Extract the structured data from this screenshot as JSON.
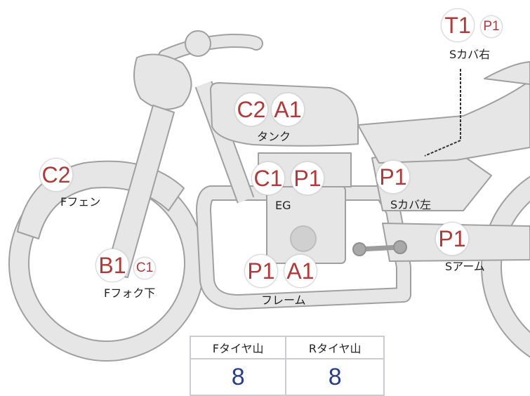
{
  "parts": {
    "rear_cover_right": {
      "label": "Sカバ右",
      "badges": [
        "T1",
        "P1"
      ]
    },
    "tank": {
      "label": "タンク",
      "badges": [
        "C2",
        "A1"
      ]
    },
    "front_fender": {
      "label": "Fフェン",
      "badges": [
        "C2"
      ]
    },
    "engine": {
      "label": "EG",
      "badges": [
        "C1",
        "P1"
      ]
    },
    "rear_cover_left": {
      "label": "Sカバ左",
      "badges": [
        "P1"
      ]
    },
    "front_fork_lower": {
      "label": "Fフォク下",
      "badges": [
        "B1",
        "C1"
      ]
    },
    "frame": {
      "label": "フレーム",
      "badges": [
        "P1",
        "A1"
      ]
    },
    "swing_arm": {
      "label": "Sアーム",
      "badges": [
        "P1"
      ]
    }
  },
  "tire_tread": {
    "front_header": "Fタイヤ山",
    "rear_header": "Rタイヤ山",
    "front_value": "8",
    "rear_value": "8"
  },
  "colors": {
    "bike_fill": "#e6e6e6",
    "bike_stroke": "#9a9a9a",
    "badge_text": "#b03a3a",
    "value_text": "#2a3f87"
  }
}
